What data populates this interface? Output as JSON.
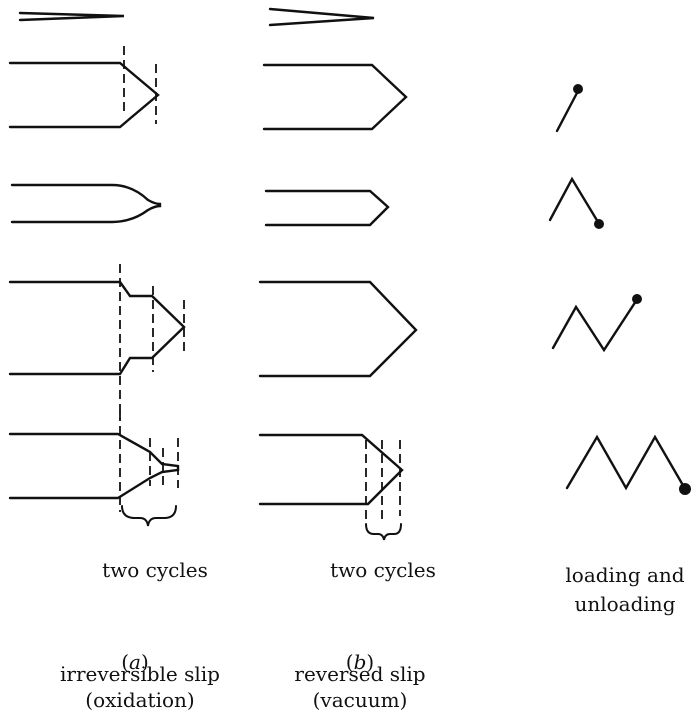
{
  "columns": {
    "a": {
      "bracket_label": "two cycles",
      "letter": "a",
      "title": "irreversible slip",
      "condition": "(oxidation)"
    },
    "b": {
      "bracket_label": "two cycles",
      "letter": "b",
      "title": "reversed slip",
      "condition": "(vacuum)"
    },
    "c": {
      "title_line1": "loading and",
      "title_line2": "unloading"
    }
  },
  "colors": {
    "ink": "#111111",
    "background": "#ffffff"
  }
}
